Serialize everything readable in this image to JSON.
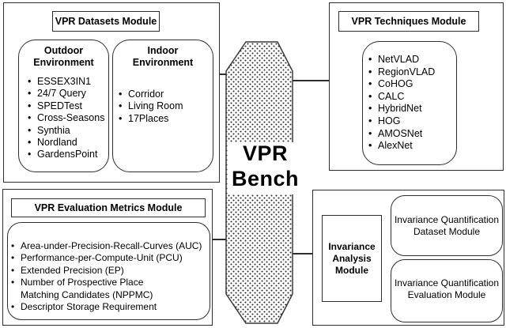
{
  "center": {
    "line1": "VPR",
    "line2": "Bench"
  },
  "datasets": {
    "title": "VPR Datasets Module",
    "outdoor": {
      "heading_line1": "Outdoor",
      "heading_line2": "Environment",
      "items": [
        "ESSEX3IN1",
        "24/7 Query",
        "SPEDTest",
        "Cross-Seasons",
        "Synthia",
        "Nordland",
        "GardensPoint"
      ]
    },
    "indoor": {
      "heading_line1": "Indoor",
      "heading_line2": "Environment",
      "items": [
        "Corridor",
        "Living Room",
        "17Places"
      ]
    }
  },
  "techniques": {
    "title": "VPR Techniques Module",
    "items": [
      "NetVLAD",
      "RegionVLAD",
      "CoHOG",
      "CALC",
      "HybridNet",
      "HOG",
      "AMOSNet",
      "AlexNet"
    ]
  },
  "metrics": {
    "title": "VPR Evaluation Metrics Module",
    "items": [
      "Area-under-Precision-Recall-Curves (AUC)",
      "Performance-per-Compute-Unit (PCU)",
      "Extended Precision (EP)",
      "Number of Prospective Place Matching Candidates (NPPMC)",
      "Descriptor Storage Requirement"
    ]
  },
  "invariance": {
    "label_line1": "Invariance",
    "label_line2": "Analysis",
    "label_line3": "Module",
    "dataset_module": {
      "line1": "Invariance Quantification",
      "line2": "Dataset Module"
    },
    "evaluation_module": {
      "line1": "Invariance Quantification",
      "line2": "Evaluation Module"
    }
  }
}
